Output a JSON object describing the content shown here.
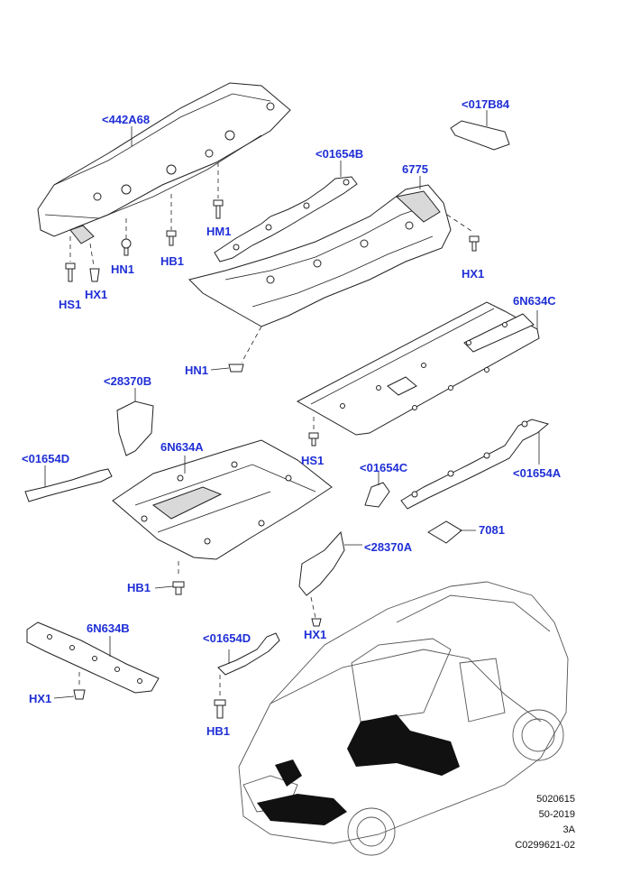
{
  "callouts": [
    {
      "id": "c1",
      "label": "<442A68"
    },
    {
      "id": "c2",
      "label": "<017B84"
    },
    {
      "id": "c3",
      "label": "<01654B"
    },
    {
      "id": "c4",
      "label": "6775"
    },
    {
      "id": "c5",
      "label": "HM1"
    },
    {
      "id": "c6",
      "label": "HN1"
    },
    {
      "id": "c7",
      "label": "HB1"
    },
    {
      "id": "c8",
      "label": "HX1"
    },
    {
      "id": "c9",
      "label": "HS1"
    },
    {
      "id": "c10",
      "label": "HX1"
    },
    {
      "id": "c11",
      "label": "6N634C"
    },
    {
      "id": "c12",
      "label": "HN1"
    },
    {
      "id": "c13",
      "label": "<28370B"
    },
    {
      "id": "c14",
      "label": "HS1"
    },
    {
      "id": "c15",
      "label": "6N634A"
    },
    {
      "id": "c16",
      "label": "<01654D"
    },
    {
      "id": "c17",
      "label": "<01654C"
    },
    {
      "id": "c18",
      "label": "<01654A"
    },
    {
      "id": "c19",
      "label": "7081"
    },
    {
      "id": "c20",
      "label": "<28370A"
    },
    {
      "id": "c21",
      "label": "HB1"
    },
    {
      "id": "c22",
      "label": "HX1"
    },
    {
      "id": "c23",
      "label": "6N634B"
    },
    {
      "id": "c24",
      "label": "<01654D"
    },
    {
      "id": "c25",
      "label": "HX1"
    },
    {
      "id": "c26",
      "label": "HB1"
    }
  ],
  "footer": {
    "line1": "5020615",
    "line2": "50-2019",
    "line3": "3A",
    "line4": "C0299621-02"
  }
}
